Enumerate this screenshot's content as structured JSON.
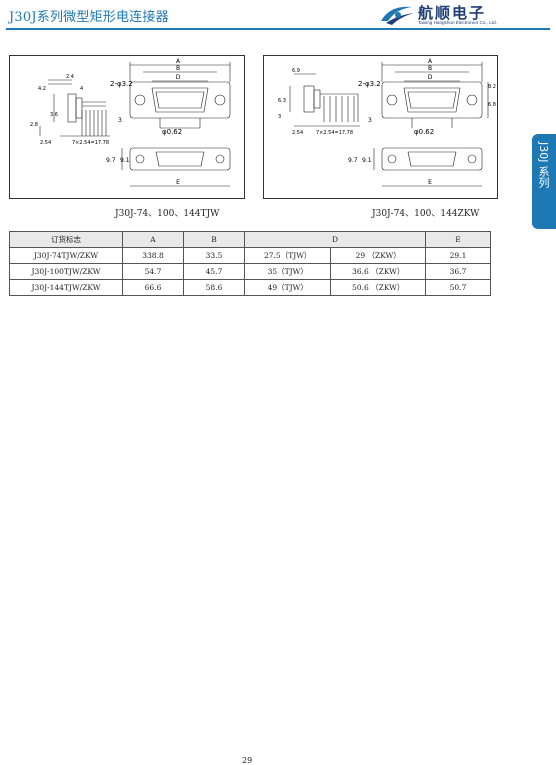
{
  "header": {
    "title": "J30J系列微型矩形电连接器"
  },
  "logo": {
    "cn": "航顺电子",
    "en": "Taixing Hangshun Electronics Co., Ltd."
  },
  "side_tab": {
    "label": "J30J 系列"
  },
  "left_diagram": {
    "caption": "J30J-74、100、144TJW",
    "labels": {
      "a": "A",
      "b": "B",
      "d": "D",
      "e": "E",
      "hole": "2-φ3.2",
      "pin": "φ0.62",
      "d3": "3",
      "d97": "9.7",
      "d91": "9.1",
      "d24": "2.4",
      "d42": "4.2",
      "d36": "3.6",
      "d254": "2.54",
      "pitch": "7×2.54=17.78",
      "d4": "4",
      "d28": "2.8"
    }
  },
  "right_diagram": {
    "caption": "J30J-74、100、144ZKW",
    "labels": {
      "a": "A",
      "b": "B",
      "d": "D",
      "e": "E",
      "hole": "2-φ3.2",
      "pin": "φ0.62",
      "d3": "3",
      "d97": "9.7",
      "d91": "9.1",
      "d82": "8.2",
      "d68": "6.8",
      "d69": "6.9",
      "d254": "2.54",
      "pitch": "7×2.54=17.78",
      "d63": "6.3",
      "d3b": "3"
    }
  },
  "table": {
    "headers": [
      "订货标志",
      "A",
      "B",
      "D",
      "E"
    ],
    "rows": [
      {
        "code": "J30J-74TJW/ZKW",
        "a": "338.8",
        "b": "33.5",
        "d_tjw": "27.5（TJW）",
        "d_zkw": "29 （ZKW）",
        "e": "29.1"
      },
      {
        "code": "J30J-100TJW/ZKW",
        "a": "54.7",
        "b": "45.7",
        "d_tjw": "35（TJW）",
        "d_zkw": "36.6 （ZKW）",
        "e": "36.7"
      },
      {
        "code": "J30J-144TJW/ZKW",
        "a": "66.6",
        "b": "58.6",
        "d_tjw": "49（TJW）",
        "d_zkw": "50.6 （ZKW）",
        "e": "50.7"
      }
    ]
  },
  "page_number": "29"
}
